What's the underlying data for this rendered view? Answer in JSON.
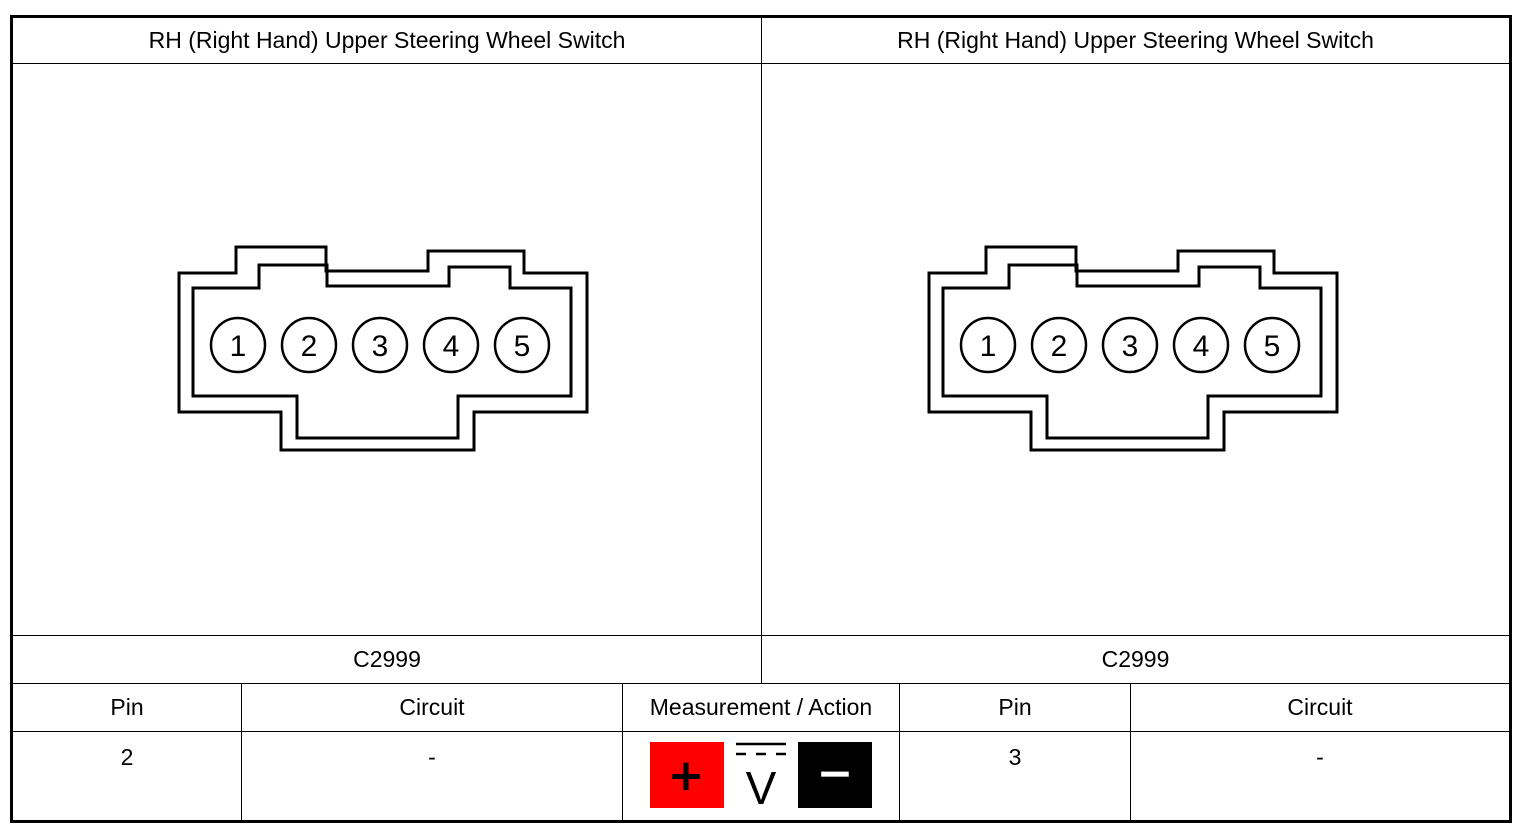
{
  "panels": [
    {
      "title": "RH (Right Hand) Upper Steering Wheel Switch",
      "connector_id": "C2999",
      "pins": [
        "1",
        "2",
        "3",
        "4",
        "5"
      ]
    },
    {
      "title": "RH (Right Hand) Upper Steering Wheel Switch",
      "connector_id": "C2999",
      "pins": [
        "1",
        "2",
        "3",
        "4",
        "5"
      ]
    }
  ],
  "table": {
    "headers": {
      "pin_left": "Pin",
      "circuit_left": "Circuit",
      "measurement": "Measurement / Action",
      "pin_right": "Pin",
      "circuit_right": "Circuit"
    },
    "row": {
      "pin_left": "2",
      "circuit_left": "-",
      "pin_right": "3",
      "circuit_right": "-"
    }
  },
  "measurement_icon": {
    "positive_symbol": "+",
    "voltage_symbol": "V",
    "negative_symbol": "−",
    "colors": {
      "positive": "#ff0000",
      "negative": "#000000"
    }
  }
}
